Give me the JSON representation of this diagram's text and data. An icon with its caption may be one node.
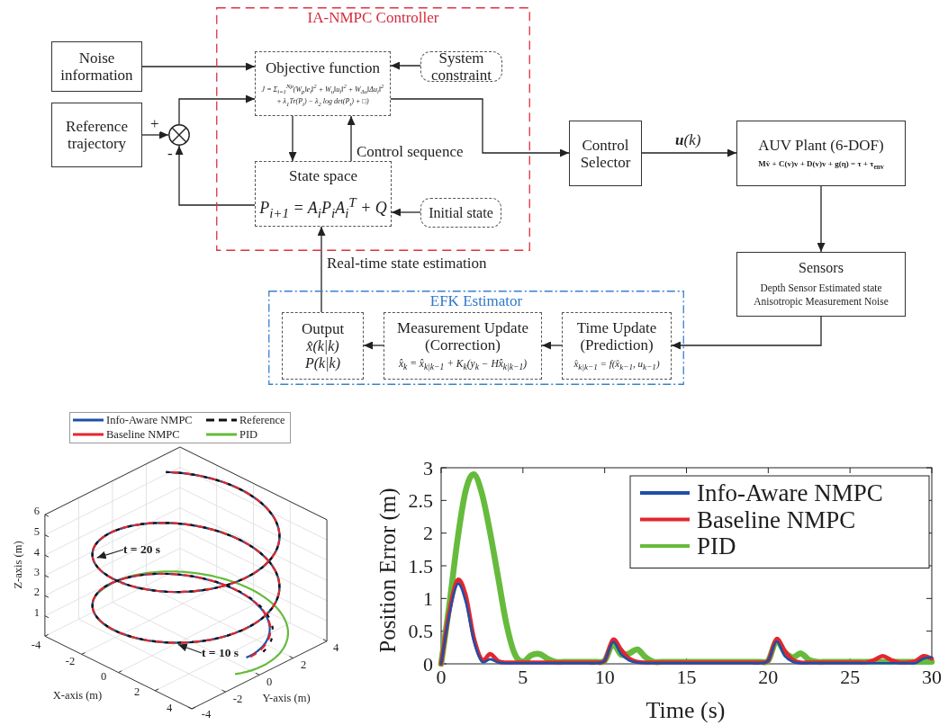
{
  "diagram": {
    "nodes": [
      {
        "text": [
          "IA-NMPC Controller"
        ]
      },
      {
        "text": [
          "Noise information"
        ]
      },
      {
        "text": [
          "Reference trajectory"
        ]
      },
      {
        "text": [],
        "shape": "circle"
      },
      {
        "text": [
          "Objective function",
          "J = Σ$_{i=1}$$^{Np}$(W$_{p}$‖e$_{i}$‖$^{2}$ + W$_{u}$‖u$_{i}$‖$^{2}$ + W$_{Δu}$‖Δu$_{i}$‖$^{2}$ + λ$_{1}$Tr(P$_{i}$) − λ$_{2}$ log det(P$_{i}$) + □)"
        ],
        "in": 0
      },
      {
        "text": [
          "System constraint"
        ],
        "in": 0
      },
      {
        "text": [
          "State space",
          "P$_{i+1}$ = A$_{i}$P$_{i}$A$_{i}$$^{T}$ + Q"
        ],
        "in": 0
      },
      {
        "text": [
          "Initial state"
        ],
        "in": 0
      },
      {
        "text": [
          "Control Selector"
        ]
      },
      {
        "text": [
          "AUV Plant (6-DOF)",
          "Mv̇ + C(v)v + D(v)v + g(η) = τ + τ$_{env}$"
        ]
      },
      {
        "text": [
          "Sensors",
          "Depth Sensor Estimated state Anisotropic Measurement Noise"
        ]
      },
      {
        "text": [
          "EFK Estimator"
        ]
      },
      {
        "text": [
          "Output",
          "x̂(k|k)",
          "P(k|k)"
        ],
        "in": 11
      },
      {
        "text": [
          "Measurement Update (Correction)",
          "x̂$_{k}$ = x̂$_{k|k−1}$ + K$_{k}$(y$_{k}$ − Hx̂$_{k|k−1}$)"
        ],
        "in": 11
      },
      {
        "text": [
          "Time Update (Prediction)",
          "x̂$_{k|k−1}$ = f(x̂$_{k−1}$, u$_{k−1}$)"
        ],
        "in": 11
      },
      {
        "text": [
          "t = 20 s"
        ]
      },
      {
        "text": [
          "t = 10 s"
        ]
      }
    ],
    "edges": [
      {
        "from": 1,
        "to": 4,
        "arrow": "to"
      },
      {
        "from": 2,
        "to": 3,
        "arrow": "to",
        "label": "+"
      },
      {
        "from": 3,
        "to": 4,
        "arrow": "to"
      },
      {
        "from": 5,
        "to": 4,
        "arrow": "to"
      },
      {
        "from": 4,
        "to": 6,
        "arrow": "to"
      },
      {
        "from": 6,
        "to": 4,
        "arrow": "to",
        "label": "Control sequence"
      },
      {
        "from": 6,
        "to": 3,
        "arrow": "to",
        "label": "-"
      },
      {
        "from": 4,
        "to": 8,
        "arrow": "to"
      },
      {
        "from": 8,
        "to": 9,
        "arrow": "to",
        "label": "**u**(k)"
      },
      {
        "from": 9,
        "to": 10,
        "arrow": "to"
      },
      {
        "from": 10,
        "to": 14,
        "arrow": "to"
      },
      {
        "from": 14,
        "to": 13,
        "arrow": "to"
      },
      {
        "from": 13,
        "to": 12,
        "arrow": "to"
      },
      {
        "from": 12,
        "to": 6,
        "arrow": "to",
        "label": "Real-time state estimation"
      },
      {
        "from": 7,
        "to": 6,
        "arrow": "to"
      },
      {
        "from": 15,
        "to": null,
        "arrow": "to"
      },
      {
        "from": 16,
        "to": null,
        "arrow": "to"
      }
    ],
    "labels": [
      "6",
      "5",
      "4",
      "3",
      "2",
      "1",
      "Z-axis (m)",
      "-4",
      "-2",
      "0",
      "2",
      "4",
      "X-axis (m)",
      "4",
      "2",
      "0",
      "-2",
      "-4",
      "Y-axis (m)"
    ],
    "legend": [
      {
        "text": "Info-Aware NMPC"
      },
      {
        "text": "Reference"
      },
      {
        "text": "Baseline NMPC"
      },
      {
        "text": "PID"
      }
    ],
    "chart_data": {
      "type": "line",
      "xlabel": "Time (s)",
      "ylabel": "Position Error (m)",
      "x": [
        0,
        0.5,
        1,
        1.5,
        2,
        2.5,
        3,
        3.5,
        4,
        4.5,
        5,
        5.5,
        6,
        6.5,
        7,
        7.5,
        8,
        8.5,
        9,
        9.5,
        10,
        10.5,
        11,
        11.5,
        12,
        12.5,
        13,
        13.5,
        14,
        14.5,
        15,
        15.5,
        16,
        16.5,
        17,
        17.5,
        18,
        18.5,
        19,
        19.5,
        20,
        20.5,
        21,
        21.5,
        22,
        22.5,
        23,
        23.5,
        24,
        24.5,
        25,
        25.5,
        26,
        26.5,
        27,
        27.5,
        28,
        28.5,
        29,
        29.5,
        30
      ],
      "xlim": [
        0,
        30
      ],
      "ylim": [
        0,
        3
      ],
      "xticks": [
        0,
        5,
        10,
        15,
        20,
        25,
        30
      ],
      "yticks": [
        0,
        0.5,
        1,
        1.5,
        2,
        2.5,
        3
      ],
      "legend": "upper right",
      "series": [
        {
          "name": "Info-Aware NMPC",
          "color": "#1f4fa8",
          "values": [
            0,
            0.75,
            1.22,
            0.95,
            0.35,
            0.03,
            0.07,
            0.02,
            0.01,
            0.01,
            0.01,
            0.01,
            0.01,
            0.01,
            0.01,
            0.01,
            0.01,
            0.01,
            0.01,
            0.01,
            0.05,
            0.33,
            0.15,
            0.05,
            0.02,
            0.01,
            0.01,
            0.01,
            0.01,
            0.01,
            0.01,
            0.01,
            0.01,
            0.01,
            0.01,
            0.01,
            0.01,
            0.01,
            0.01,
            0.01,
            0.05,
            0.34,
            0.12,
            0.03,
            0.01,
            0.01,
            0.01,
            0.01,
            0.01,
            0.01,
            0.01,
            0.01,
            0.01,
            0.01,
            0.01,
            0.01,
            0.01,
            0.01,
            0.01,
            0.08,
            0.1
          ]
        },
        {
          "name": "Baseline NMPC",
          "color": "#e3262d",
          "values": [
            0,
            0.8,
            1.28,
            1.05,
            0.4,
            0.06,
            0.15,
            0.04,
            0.02,
            0.02,
            0.02,
            0.02,
            0.02,
            0.02,
            0.02,
            0.02,
            0.02,
            0.02,
            0.02,
            0.02,
            0.05,
            0.37,
            0.22,
            0.08,
            0.03,
            0.02,
            0.02,
            0.02,
            0.02,
            0.02,
            0.02,
            0.02,
            0.02,
            0.02,
            0.02,
            0.02,
            0.02,
            0.02,
            0.02,
            0.02,
            0.05,
            0.38,
            0.2,
            0.06,
            0.02,
            0.02,
            0.02,
            0.02,
            0.02,
            0.02,
            0.02,
            0.02,
            0.02,
            0.06,
            0.12,
            0.06,
            0.02,
            0.02,
            0.04,
            0.12,
            0.08
          ]
        },
        {
          "name": "PID",
          "color": "#66bb3c",
          "values": [
            0,
            0.9,
            1.9,
            2.65,
            2.9,
            2.6,
            2,
            1.3,
            0.6,
            0.15,
            0.03,
            0.13,
            0.15,
            0.08,
            0.03,
            0.03,
            0.03,
            0.03,
            0.03,
            0.03,
            0.05,
            0.3,
            0.14,
            0.16,
            0.22,
            0.1,
            0.03,
            0.03,
            0.03,
            0.03,
            0.03,
            0.03,
            0.03,
            0.03,
            0.03,
            0.03,
            0.03,
            0.03,
            0.03,
            0.03,
            0.05,
            0.35,
            0.18,
            0.1,
            0.16,
            0.06,
            0.03,
            0.03,
            0.03,
            0.03,
            0.03,
            0.03,
            0.03,
            0.03,
            0.03,
            0.03,
            0.03,
            0.03,
            0.03,
            0.03,
            0.03
          ]
        }
      ]
    }
  }
}
